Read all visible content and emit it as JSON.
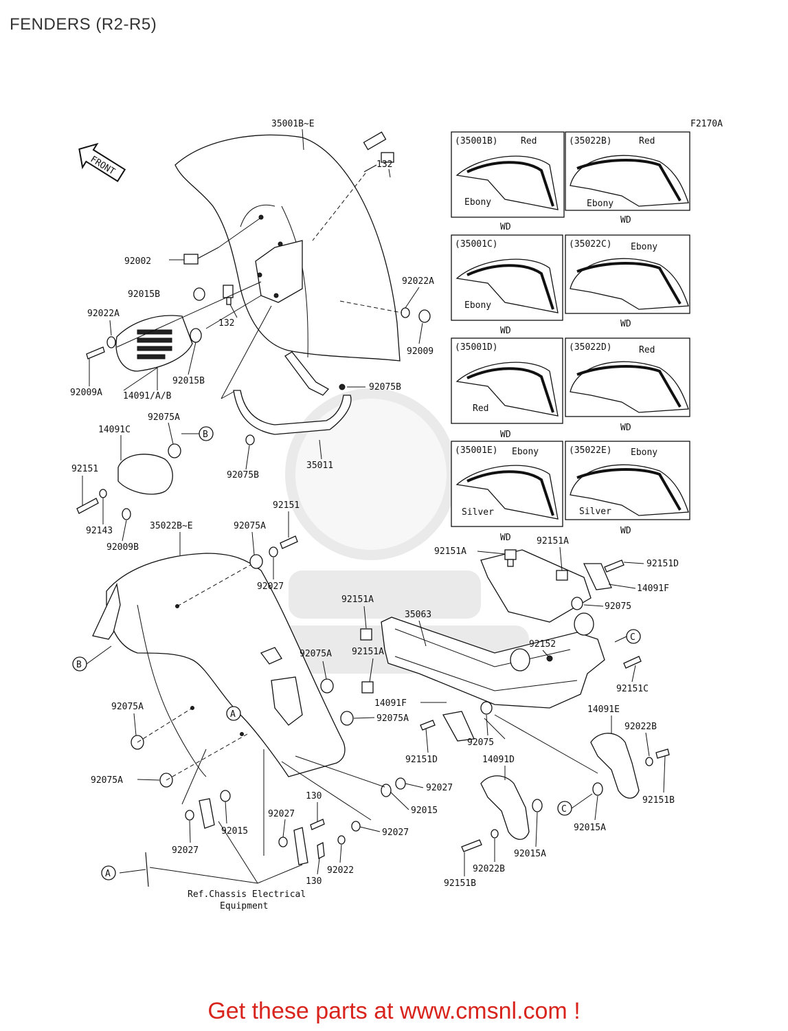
{
  "title": "FENDERS (R2-R5)",
  "drawing_code": "F2170A",
  "front_label": "FRONT",
  "footer": "Get these parts at www.cmsnl.com !",
  "callouts": {
    "A": "A",
    "B": "B",
    "C": "C"
  },
  "ref_note": {
    "line1": "Ref.Chassis Electrical",
    "line2": "Equipment"
  },
  "variants": {
    "v35001B": {
      "code": "(35001B)",
      "c1": "Red",
      "c2": "Ebony",
      "wd": "WD"
    },
    "v35022B": {
      "code": "(35022B)",
      "c1": "Red",
      "c2": "Ebony",
      "wd": "WD"
    },
    "v35001C": {
      "code": "(35001C)",
      "c1": "Ebony",
      "wd": "WD"
    },
    "v35022C": {
      "code": "(35022C)",
      "c1": "Ebony",
      "wd": "WD"
    },
    "v35001D": {
      "code": "(35001D)",
      "c1": "Red",
      "wd": "WD"
    },
    "v35022D": {
      "code": "(35022D)",
      "c1": "Red",
      "wd": "WD"
    },
    "v35001E": {
      "code": "(35001E)",
      "c1": "Ebony",
      "c2": "Silver",
      "wd": "WD"
    },
    "v35022E": {
      "code": "(35022E)",
      "c1": "Ebony",
      "c2": "Silver",
      "wd": "WD"
    }
  },
  "parts": {
    "p35001BE": "35001B~E",
    "p132a": "132",
    "p92002": "92002",
    "p92015B_a": "92015B",
    "p92022A_a": "92022A",
    "p92022A_b": "92022A",
    "p132b": "132",
    "p92009": "92009",
    "p92015B_b": "92015B",
    "p92009A": "92009A",
    "p14091AB": "14091/A/B",
    "p92075B_a": "92075B",
    "p92075A_a": "92075A",
    "p14091C": "14091C",
    "p92151_a": "92151",
    "p92143": "92143",
    "p92009B": "92009B",
    "p92075B_b": "92075B",
    "p35011": "35011",
    "p35022BE": "35022B~E",
    "p92151_b": "92151",
    "p92075A_b": "92075A",
    "p92027_a": "92027",
    "p92151A_a": "92151A",
    "p92151A_b": "92151A",
    "p92151D_a": "92151D",
    "p14091F_a": "14091F",
    "p92075_a": "92075",
    "p92151A_c": "92151A",
    "p35063": "35063",
    "p92152": "92152",
    "p92151A_d": "92151A",
    "p92075A_c": "92075A",
    "p92151C": "92151C",
    "p92075A_d": "92075A",
    "p14091F_b": "14091F",
    "p92075A_e": "92075A",
    "p14091E": "14091E",
    "p92022B_a": "92022B",
    "p92075_b": "92075",
    "p92151D_b": "92151D",
    "p14091D": "14091D",
    "p92075A_f": "92075A",
    "p92027_b": "92027",
    "p92015_a": "92015",
    "p92151B_a": "92151B",
    "p130_a": "130",
    "p92027_c": "92027",
    "p92015A_a": "92015A",
    "p92015_b": "92015",
    "p92027_d": "92027",
    "p92027_e": "92027",
    "p92022": "92022",
    "p130_b": "130",
    "p92015A_b": "92015A",
    "p92022B_b": "92022B",
    "p92151B_b": "92151B"
  }
}
